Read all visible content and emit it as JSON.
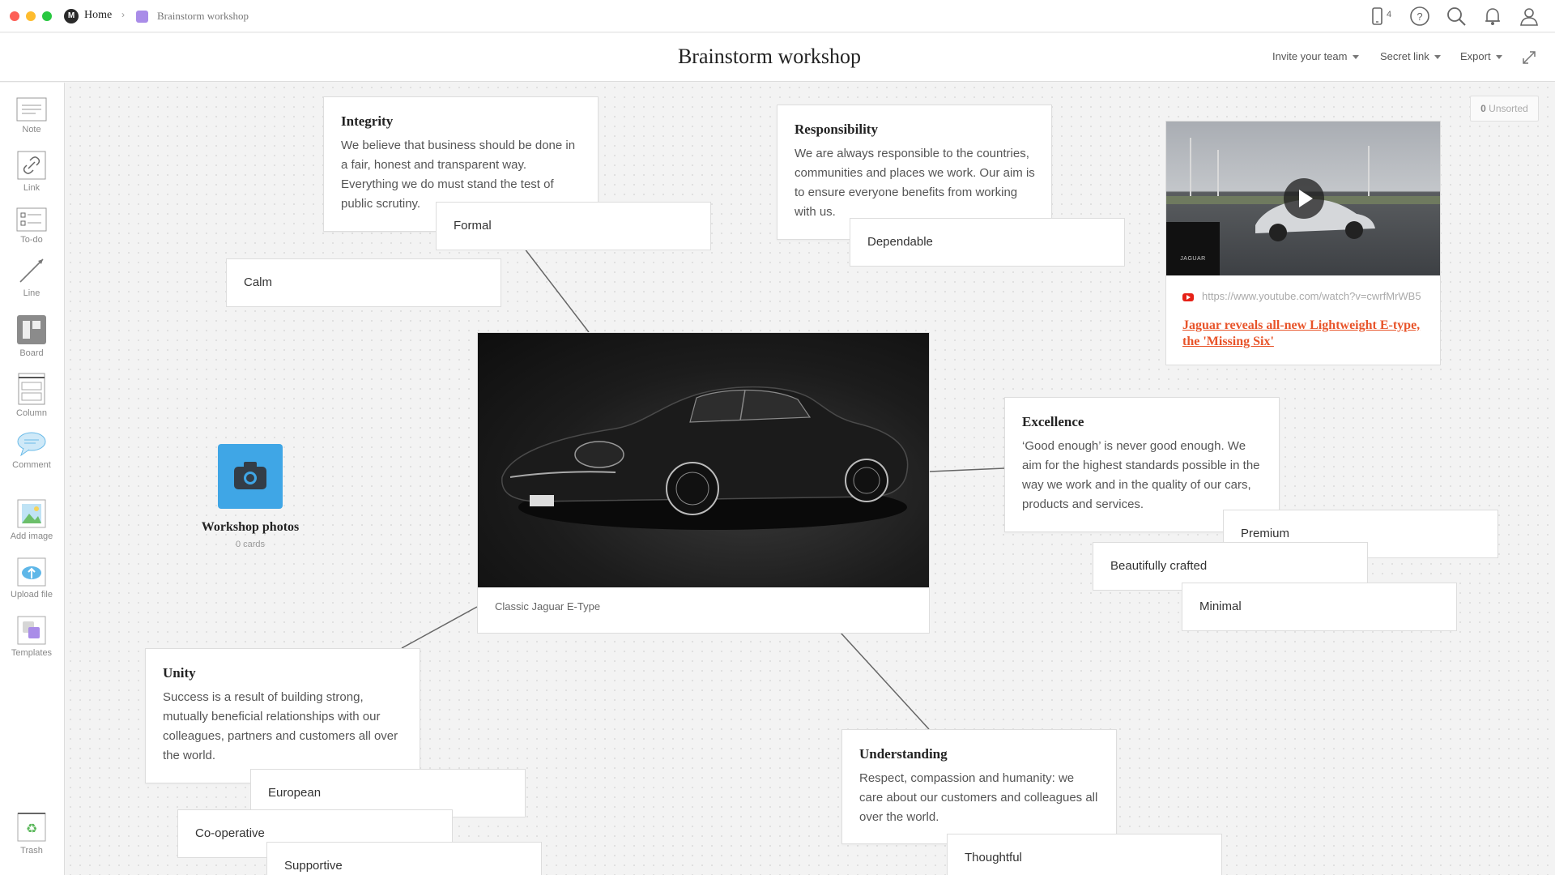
{
  "breadcrumb": {
    "home": "Home",
    "separator": "›",
    "board": "Brainstorm workshop"
  },
  "topbar": {
    "device_count": "4",
    "icons": [
      "device-icon",
      "help-icon",
      "search-icon",
      "bell-icon",
      "user-icon"
    ]
  },
  "header": {
    "title": "Brainstorm workshop",
    "invite": "Invite your team",
    "secret_link": "Secret link",
    "export": "Export"
  },
  "toolbar": {
    "note": "Note",
    "link": "Link",
    "todo": "To-do",
    "line": "Line",
    "board": "Board",
    "column": "Column",
    "comment": "Comment",
    "add_image": "Add image",
    "upload_file": "Upload file",
    "templates": "Templates",
    "trash": "Trash"
  },
  "canvas": {
    "unsorted_count": "0",
    "unsorted_label": " Unsorted",
    "cards": {
      "integrity": {
        "title": "Integrity",
        "body": "We believe that business should be done in a fair, honest and transparent way. Everything we do must stand the test of public scrutiny."
      },
      "responsibility": {
        "title": "Responsibility",
        "body": "We are always responsible to the countries, communities and places we work. Our aim is to ensure everyone benefits from working with us."
      },
      "excellence": {
        "title": "Excellence",
        "body": "‘Good enough’ is never good enough. We aim for the highest standards possible in the way we work and in the quality of our cars, products and services."
      },
      "unity": {
        "title": "Unity",
        "body": "Success is a result of building strong, mutually beneficial relationships with our colleagues, partners and customers all over the world."
      },
      "understanding": {
        "title": "Understanding",
        "body": "Respect, compassion and humanity: we care about our customers and colleagues all over the world."
      }
    },
    "labels": {
      "formal": "Formal",
      "calm": "Calm",
      "dependable": "Dependable",
      "premium": "Premium",
      "beautifully_crafted": "Beautifully crafted",
      "minimal": "Minimal",
      "european": "European",
      "cooperative": "Co-operative",
      "supportive": "Supportive",
      "thoughtful": "Thoughtful"
    },
    "image": {
      "caption": "Classic Jaguar E-Type"
    },
    "video": {
      "url": "https://www.youtube.com/watch?v=cwrfMrWB5",
      "title": "Jaguar reveals all-new Lightweight E-type, the 'Missing Six'",
      "badge": "JAGUAR"
    },
    "workshop_photos": {
      "title": "Workshop photos",
      "count": "0 cards"
    }
  },
  "colors": {
    "accent_link": "#e8542a",
    "photos_tile": "#3fa6e6",
    "board_icon": "#a98ce8"
  }
}
